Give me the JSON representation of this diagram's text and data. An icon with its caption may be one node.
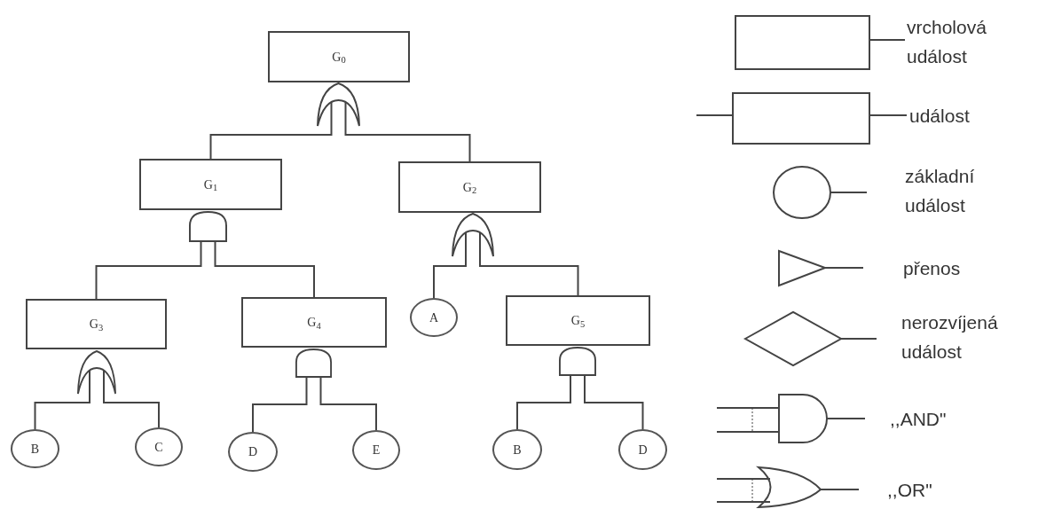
{
  "diagram": {
    "nodes": [
      {
        "text": [
          "G$_{0}$"
        ]
      },
      {
        "text": [],
        "shape": "or-gate"
      },
      {
        "text": [
          "G$_{1}$"
        ]
      },
      {
        "text": [],
        "shape": "and-gate"
      },
      {
        "text": [
          "G$_{2}$"
        ]
      },
      {
        "text": [],
        "shape": "or-gate"
      },
      {
        "text": [
          "G$_{3}$"
        ]
      },
      {
        "text": [],
        "shape": "or-gate"
      },
      {
        "text": [
          "G$_{4}$"
        ]
      },
      {
        "text": [],
        "shape": "and-gate"
      },
      {
        "text": [
          "A"
        ]
      },
      {
        "text": [
          "G$_{5}$"
        ]
      },
      {
        "text": [],
        "shape": "and-gate"
      },
      {
        "text": [
          "B"
        ]
      },
      {
        "text": [
          "C"
        ]
      },
      {
        "text": [
          "D"
        ]
      },
      {
        "text": [
          "E"
        ]
      },
      {
        "text": [
          "B"
        ]
      },
      {
        "text": [
          "D"
        ]
      }
    ],
    "edges": [
      {
        "from": 1,
        "to": 2,
        "arrow": "none"
      },
      {
        "from": 1,
        "to": 4,
        "arrow": "none"
      },
      {
        "from": 3,
        "to": 6,
        "arrow": "none"
      },
      {
        "from": 3,
        "to": 8,
        "arrow": "none"
      },
      {
        "from": 5,
        "to": 10,
        "arrow": "none"
      },
      {
        "from": 5,
        "to": 11,
        "arrow": "none"
      },
      {
        "from": 7,
        "to": 13,
        "arrow": "none"
      },
      {
        "from": 7,
        "to": 14,
        "arrow": "none"
      },
      {
        "from": 9,
        "to": 15,
        "arrow": "none"
      },
      {
        "from": 9,
        "to": 16,
        "arrow": "none"
      },
      {
        "from": 12,
        "to": 17,
        "arrow": "none"
      },
      {
        "from": 12,
        "to": 18,
        "arrow": "none"
      }
    ],
    "legend": [
      {
        "text": "vrcholová událost"
      },
      {
        "text": "událost"
      },
      {
        "text": "základní událost"
      },
      {
        "text": "přenos"
      },
      {
        "text": "nerozvíjená událost"
      },
      {
        "text": ",,AND\""
      },
      {
        "text": ",,OR\""
      }
    ]
  }
}
